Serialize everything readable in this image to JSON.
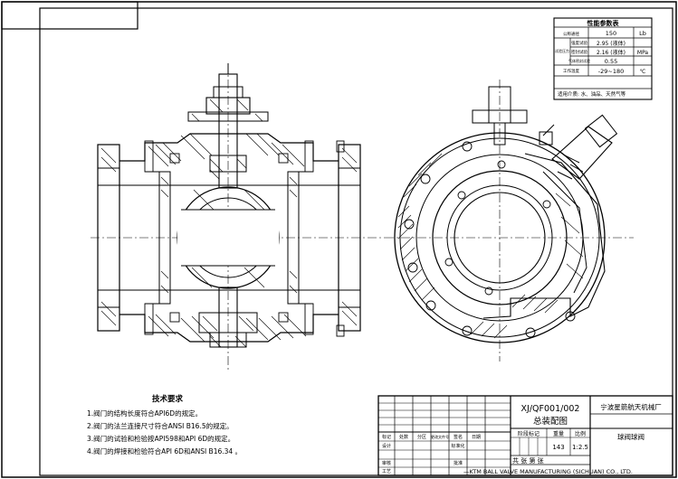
{
  "params_table": {
    "title": "性能参数表",
    "rows": [
      {
        "label": "公称通径",
        "value": "150",
        "unit": "Lb"
      },
      {
        "label": "强度试验",
        "value": "2.95 (液体)",
        "unit": "MPa"
      },
      {
        "label": "密封试验",
        "value": "2.16 (液体)",
        "unit": ""
      },
      {
        "label": "气体密封试验",
        "value": "0.55",
        "unit": ""
      },
      {
        "label": "工作温度",
        "value": "-29~180",
        "unit": "℃"
      }
    ],
    "group_label": "试验压力",
    "media": "适用介质: 水、油品、天然气等"
  },
  "tech_req": {
    "title": "技术要求",
    "items": [
      "1.阀门的结构长度符合API6D的规定。",
      "2.阀门的法兰连接尺寸符合ANSI B16.5的规定。",
      "3.阀门的试验和检验按API598和API 6D的规定。",
      "4.阀门的焊接和检验符合API 6D和ANSI B16.34 。"
    ]
  },
  "title_block": {
    "drawing_no": "XJ/QF001/002",
    "drawing_name": "总装配图",
    "company": "宁波星箭航天机械厂",
    "product": "球阀球阀",
    "stage_label": "阶段标记",
    "weight_label": "重量",
    "scale_label": "比例",
    "weight": "143",
    "scale": "1:2.5",
    "sheets": "共   张   第   张",
    "rev_headers": [
      "标记",
      "处数",
      "分区",
      "更改文件号",
      "签名",
      "日期"
    ],
    "sign_rows": [
      "设计",
      "审核",
      "工艺"
    ],
    "std_labels": [
      "标准化",
      "批准"
    ],
    "footer": "—KTM BALL VALVE MANUFACTURING (SICHUAN) CO., LTD."
  }
}
